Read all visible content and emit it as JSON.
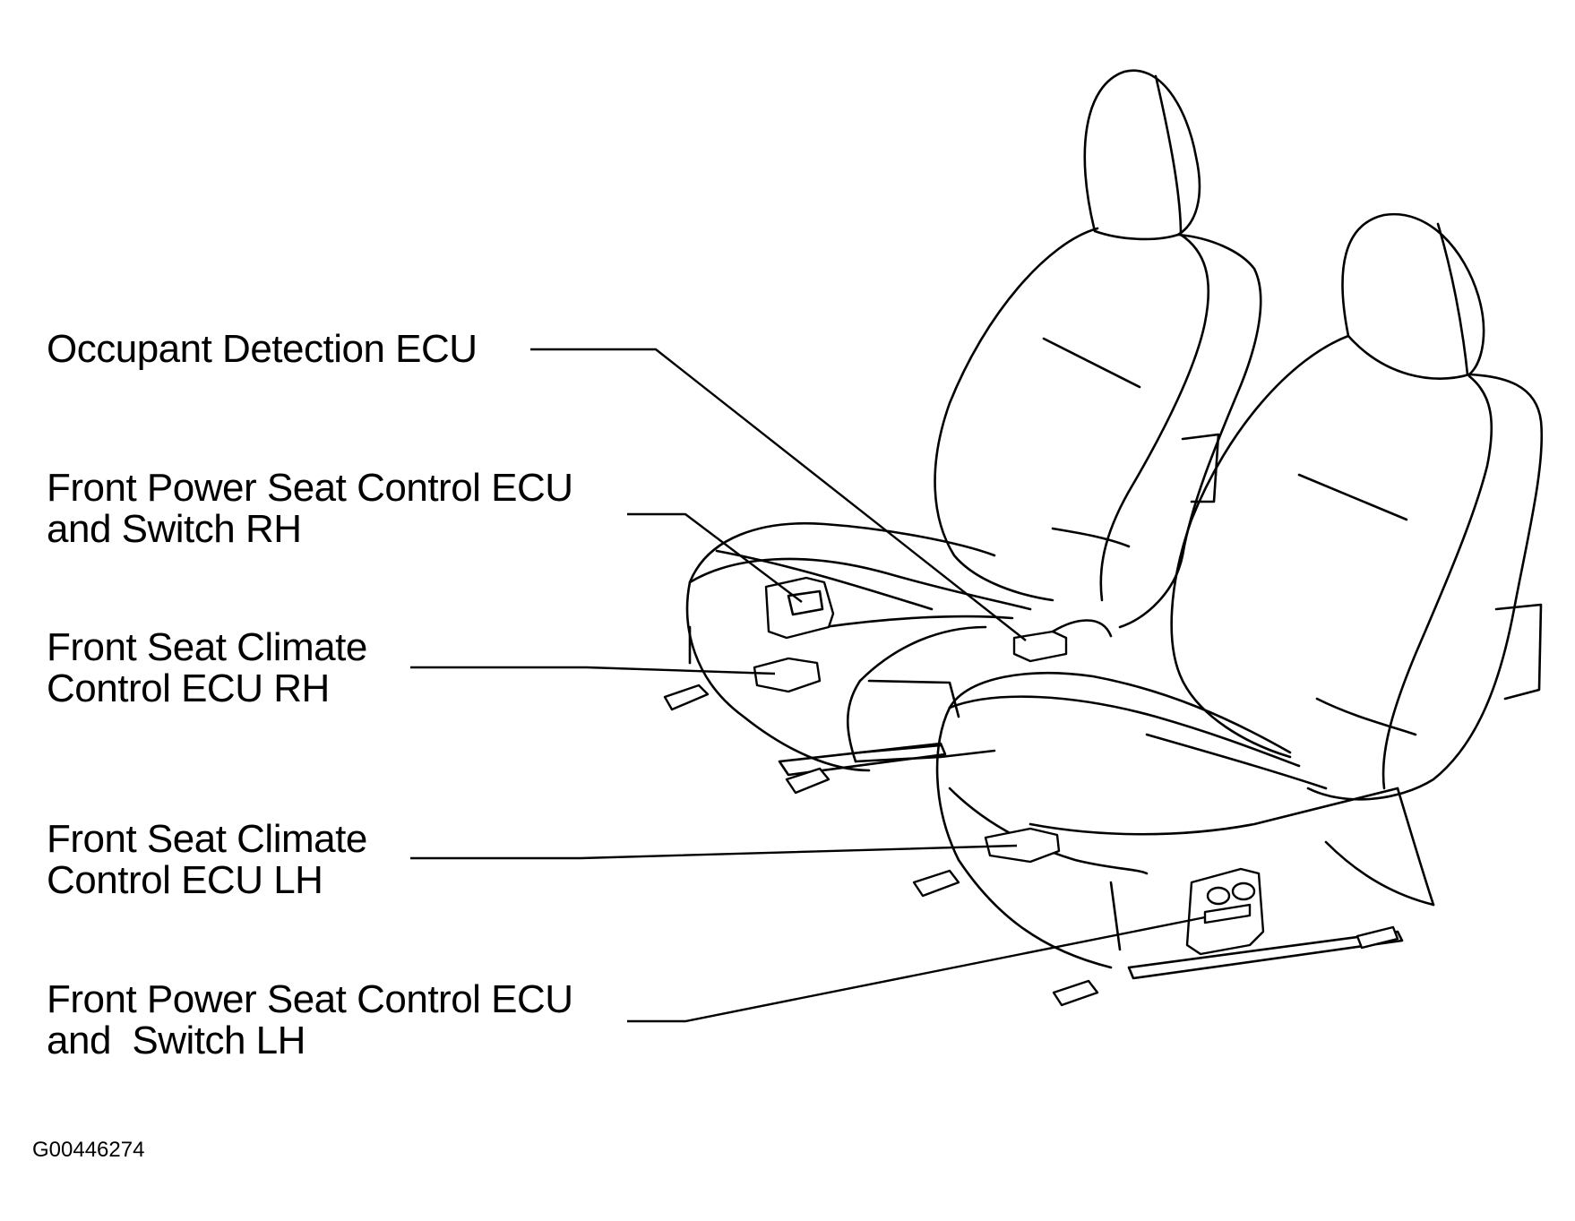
{
  "labels": {
    "occupant_ecu": [
      "Occupant Detection ECU"
    ],
    "power_seat_rh": [
      "Front Power Seat Control ECU",
      "and Switch RH"
    ],
    "climate_rh": [
      "Front Seat Climate",
      "Control ECU RH"
    ],
    "climate_lh": [
      "Front Seat Climate",
      "Control ECU LH"
    ],
    "power_seat_lh": [
      "Front Power Seat Control ECU",
      "and  Switch LH"
    ]
  },
  "figure_id": "G00446274"
}
